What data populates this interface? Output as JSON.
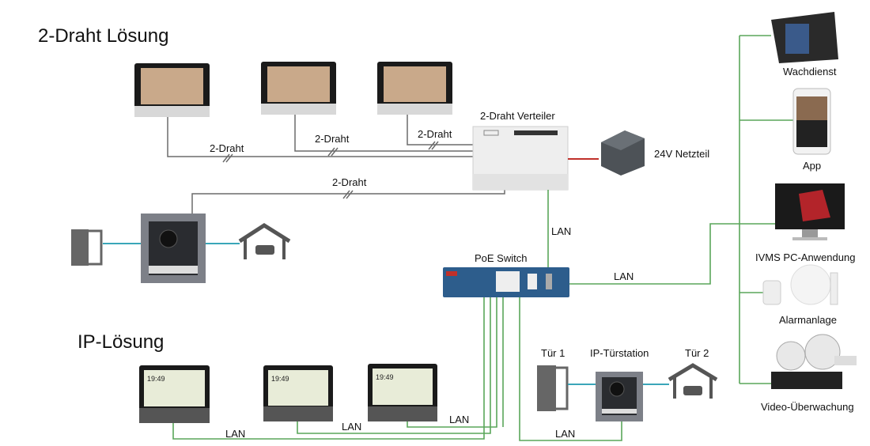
{
  "titles": {
    "two_wire": "2-Draht Lösung",
    "ip": "IP-Lösung"
  },
  "labels": {
    "distributor": "2-Draht Verteiler",
    "power": "24V Netzteil",
    "switch": "PoE Switch",
    "wire": "2-Draht",
    "lan": "LAN",
    "door1": "Tür 1",
    "ip_station": "IP-Türstation",
    "door2": "Tür 2"
  },
  "right_devices": [
    "Wachdienst",
    "App",
    "IVMS PC-Anwendung",
    "Alarmanlage",
    "Video-Überwachung"
  ],
  "monitor_time": "19:49",
  "colors": {
    "lan": "#5aa65a",
    "two_wire": "#6b6b6b",
    "door_link": "#3aa6b9",
    "power_link": "#c0302a"
  }
}
